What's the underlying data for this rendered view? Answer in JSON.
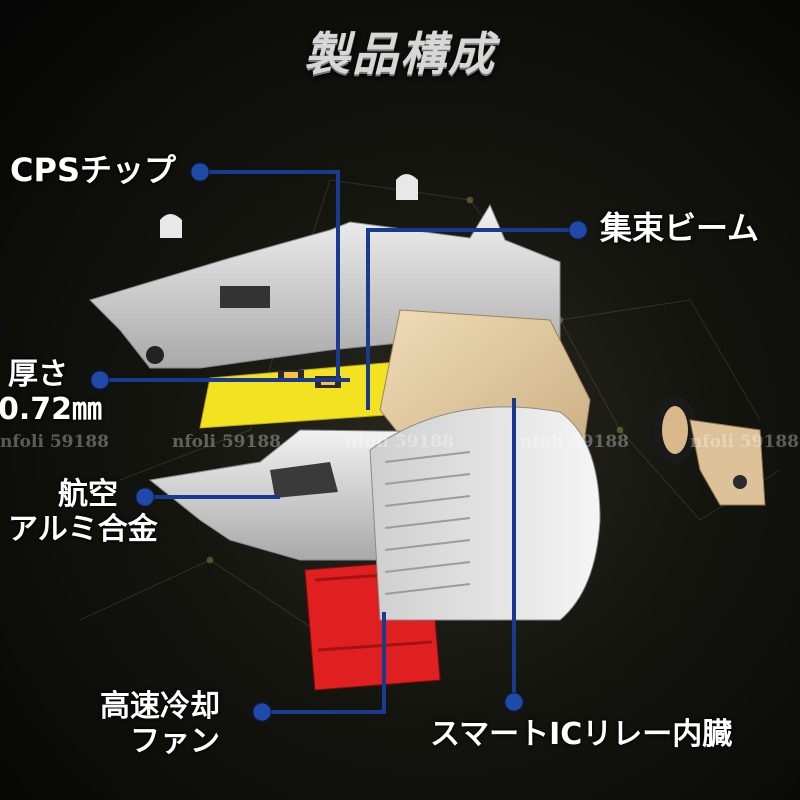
{
  "title": "製品構成",
  "labels": {
    "cps_chip": "CPSチップ",
    "focus_beam": "集束ビーム",
    "thickness_line1": "厚さ",
    "thickness_line2": "0.72㎜",
    "aluminum_line1": "航空",
    "aluminum_line2": "アルミ合金",
    "fan_line1": "高速冷却",
    "fan_line2": "ファン",
    "ic_relay": "スマートICリレー内臓"
  },
  "watermarks": [
    "nfoli 59188",
    "nfoli 59188",
    "nfoli 59188",
    "nfoli 59188",
    "nfoli 59188"
  ],
  "colors": {
    "pointer": "#1a3a8f",
    "pointer_dot": "#1f4aa8",
    "chip": "#f2e21f",
    "fan": "#e02020",
    "body": "#d8d8d8",
    "base": "#e6cfa4"
  }
}
